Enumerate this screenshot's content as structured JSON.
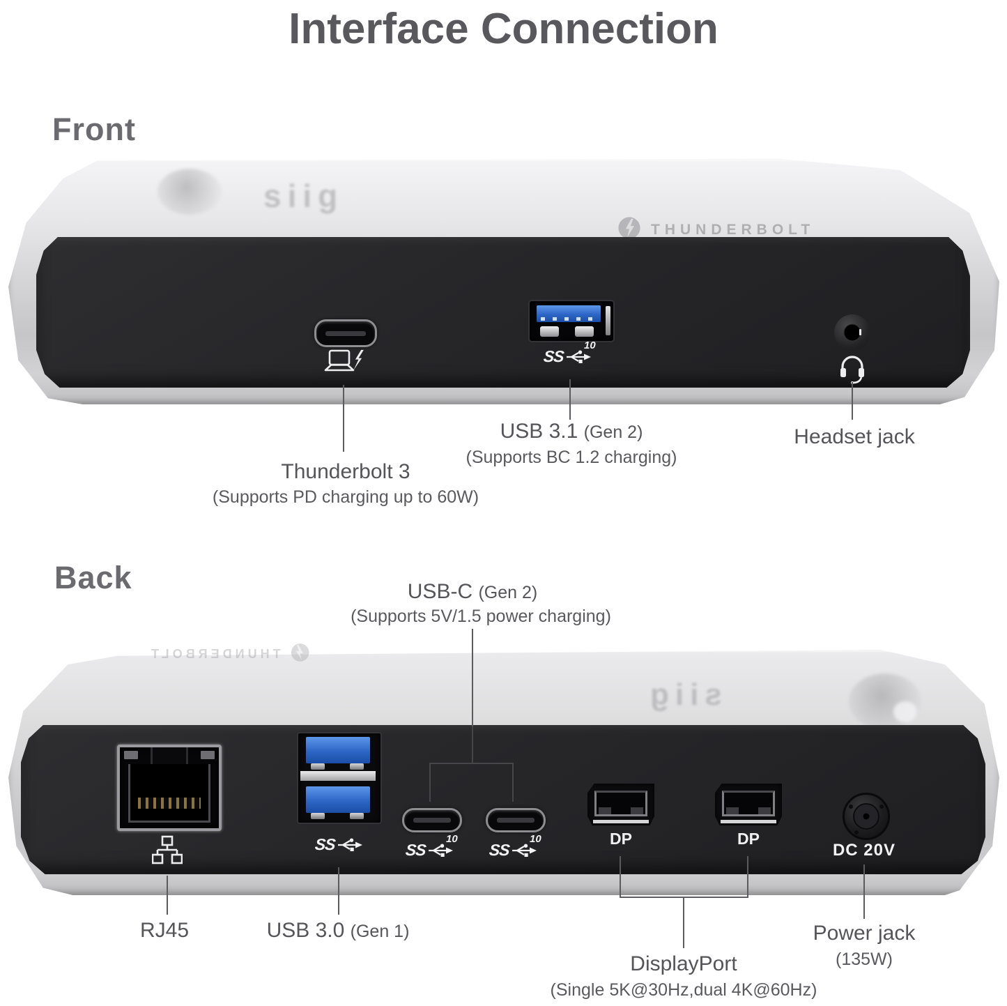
{
  "title": "Interface Connection",
  "brand": {
    "thunderbolt": "THUNDERBOLT",
    "siig": "siig"
  },
  "icons": {
    "ss": "SS",
    "ten": "10"
  },
  "front": {
    "heading": "Front",
    "thunderbolt3": {
      "name": "Thunderbolt 3",
      "note": "(Supports PD charging up to 60W)"
    },
    "usb31": {
      "name": "USB 3.1",
      "gen": "(Gen 2)",
      "note": "(Supports BC 1.2 charging)"
    },
    "headset": {
      "name": "Headset jack"
    }
  },
  "back": {
    "heading": "Back",
    "usbc": {
      "name": "USB-C",
      "gen": "(Gen 2)",
      "note": "(Supports 5V/1.5 power charging)"
    },
    "rj45": {
      "name": "RJ45"
    },
    "usb30": {
      "name": "USB 3.0",
      "gen": "(Gen 1)"
    },
    "displayport": {
      "name": "DisplayPort",
      "note": "(Single 5K@30Hz,dual 4K@60Hz)",
      "port_label": "DP"
    },
    "power": {
      "name": "Power jack",
      "note": "(135W)",
      "port_label": "DC 20V"
    }
  },
  "colors": {
    "label": "#555459",
    "line": "#5B5A5E",
    "usb_blue": "#2D66C6",
    "silver": "#D6D6D8",
    "face": "#27272A"
  }
}
